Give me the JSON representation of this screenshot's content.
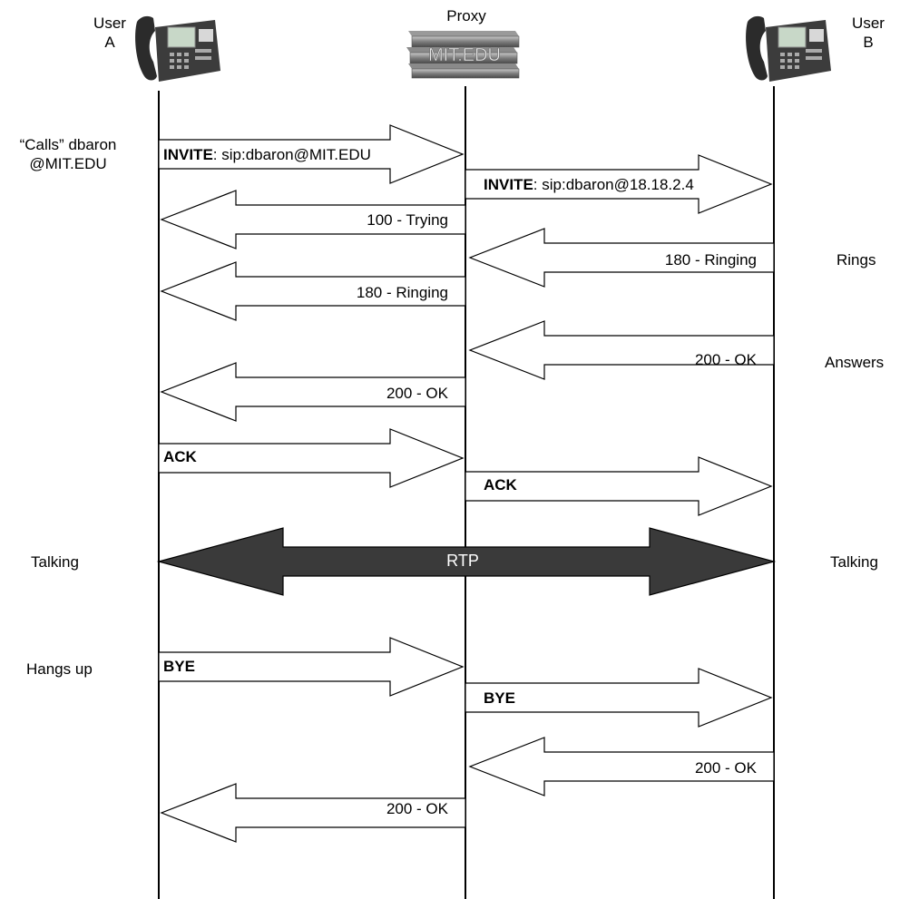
{
  "actors": {
    "user_a": {
      "line1": "User",
      "line2": "A"
    },
    "proxy": {
      "label": "Proxy",
      "server_text": "MIT.EDU"
    },
    "user_b": {
      "line1": "User",
      "line2": "B"
    }
  },
  "side_notes": {
    "calls_line1": "“Calls” dbaron",
    "calls_line2": "@MIT.EDU",
    "rings": "Rings",
    "answers": "Answers",
    "talking_left": "Talking",
    "talking_right": "Talking",
    "hangs_up": "Hangs up"
  },
  "messages": [
    {
      "method": "INVITE",
      "detail": ": sip:dbaron@MIT.EDU"
    },
    {
      "method": "INVITE",
      "detail": ": sip:dbaron@18.18.2.4"
    },
    {
      "method": "",
      "detail": "100 - Trying"
    },
    {
      "method": "",
      "detail": "180 - Ringing"
    },
    {
      "method": "",
      "detail": "180 - Ringing"
    },
    {
      "method": "",
      "detail": "200 - OK"
    },
    {
      "method": "",
      "detail": "200 - OK"
    },
    {
      "method": "ACK",
      "detail": ""
    },
    {
      "method": "ACK",
      "detail": ""
    },
    {
      "method": "",
      "detail": "RTP"
    },
    {
      "method": "BYE",
      "detail": ""
    },
    {
      "method": "BYE",
      "detail": ""
    },
    {
      "method": "",
      "detail": "200 - OK"
    },
    {
      "method": "",
      "detail": "200 - OK"
    }
  ],
  "colors": {
    "rtp_fill": "#3a3a3a",
    "rtp_text": "#ffffff",
    "arrow_stroke": "#000000",
    "arrow_fill": "#ffffff"
  },
  "icons": {
    "user_a": "desk-phone-icon",
    "proxy": "server-icon",
    "user_b": "desk-phone-icon"
  }
}
